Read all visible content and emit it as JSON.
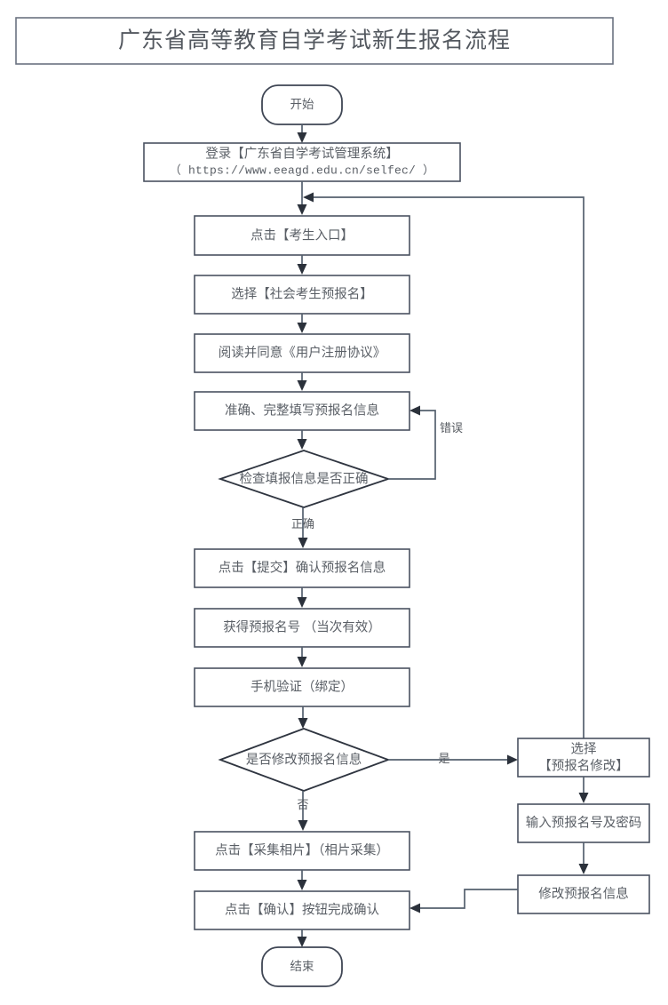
{
  "title": {
    "text": "广东省高等教育自学考试新生报名流程"
  },
  "nodes": {
    "start": {
      "label": "开始",
      "shape": "terminator"
    },
    "login": {
      "line1": "登录【广东省自学考试管理系统】",
      "line2": "（ https://www.eeagd.edu.cn/selfec/ ）",
      "shape": "process"
    },
    "entry": {
      "label": "点击【考生入口】",
      "shape": "process"
    },
    "pick_social": {
      "label": "选择【社会考生预报名】",
      "shape": "process"
    },
    "agreement": {
      "label": "阅读并同意《用户注册协议》",
      "shape": "process"
    },
    "fill_info": {
      "label": "准确、完整填写预报名信息",
      "shape": "process"
    },
    "check_info": {
      "label": "检查填报信息是否正确",
      "shape": "decision"
    },
    "submit": {
      "label": "点击【提交】确认预报名信息",
      "shape": "process"
    },
    "get_number": {
      "label": "获得预报名号 （当次有效）",
      "shape": "process"
    },
    "phone_verify": {
      "label": "手机验证（绑定）",
      "shape": "process"
    },
    "modify_decision": {
      "label": "是否修改预报名信息",
      "shape": "decision"
    },
    "collect_photo": {
      "label": "点击【采集相片】（相片采集）",
      "shape": "process"
    },
    "confirm_button": {
      "label": "点击【确认】按钮完成确认",
      "shape": "process"
    },
    "end": {
      "label": "结束",
      "shape": "terminator"
    },
    "select_modify_l1": {
      "label": "选择",
      "shape": "process"
    },
    "select_modify_l2": {
      "label": "【预报名修改】",
      "shape": "process"
    },
    "input_credentials": {
      "label": "输入预报名号及密码",
      "shape": "process"
    },
    "modify_info": {
      "label": "修改预报名信息",
      "shape": "process"
    }
  },
  "edge_labels": {
    "error": "错误",
    "correct": "正确",
    "yes": "是",
    "no": "否"
  },
  "colors": {
    "node_stroke": "#4a5260",
    "connector": "#55606e",
    "text": "#5a5f66",
    "background": "#ffffff"
  }
}
